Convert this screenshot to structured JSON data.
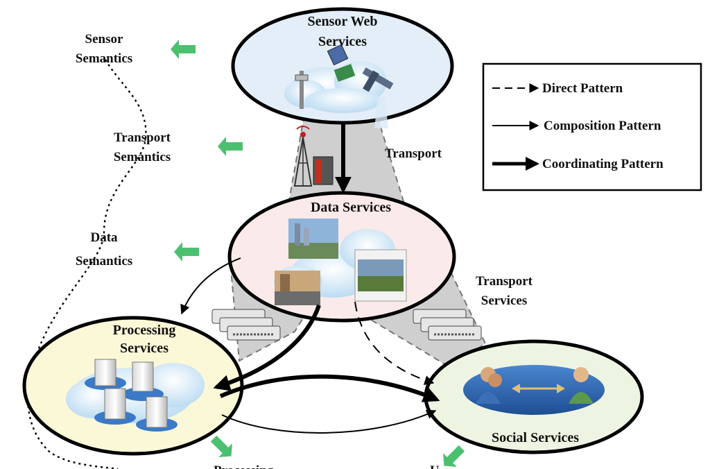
{
  "nodes": {
    "sensor_web": {
      "line1": "Sensor Web",
      "line2": "Services"
    },
    "data": {
      "label": "Data Services"
    },
    "processing": {
      "line1": "Processing",
      "line2": "Services"
    },
    "social": {
      "label": "Social Services"
    }
  },
  "semantics": {
    "sensor": {
      "line1": "Sensor",
      "line2": "Semantics"
    },
    "transport": {
      "line1": "Transport",
      "line2": "Semantics"
    },
    "data": {
      "line1": "Data",
      "line2": "Semantics"
    },
    "processing_cut": "Processing",
    "user_cut": "U"
  },
  "edges": {
    "transport_top": "Transport",
    "transport_right": {
      "line1": "Transport",
      "line2": "Services"
    }
  },
  "legend": {
    "direct": "Direct Pattern",
    "composition": "Composition Pattern",
    "coordinating": "Coordinating Pattern"
  },
  "colors": {
    "arrow_green": "#4cc070",
    "sensor_fill": "#e3eef8",
    "data_fill": "#fbeaea",
    "processing_fill": "#fbf8d8",
    "social_fill": "#eef4e2",
    "cone_gray": "#cfcfcf"
  }
}
